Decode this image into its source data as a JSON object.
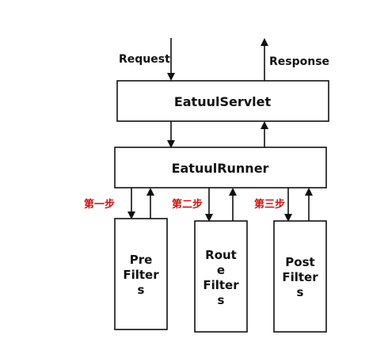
{
  "request_label": "Request",
  "response_label": "Response",
  "servlet_box": {
    "label": "EatuulServlet"
  },
  "runner_box": {
    "label": "EatuulRunner"
  },
  "steps": [
    "第一步",
    "第二步",
    "第三步"
  ],
  "filters": [
    {
      "lines": [
        "Pre",
        "Filter",
        "s"
      ]
    },
    {
      "lines": [
        "Rout",
        "e",
        "Filter",
        "s"
      ]
    },
    {
      "lines": [
        "Post",
        "Filter",
        "s"
      ]
    }
  ],
  "colors": {
    "stroke": "#111111",
    "step_text": "#d01010",
    "background": "#ffffff"
  }
}
